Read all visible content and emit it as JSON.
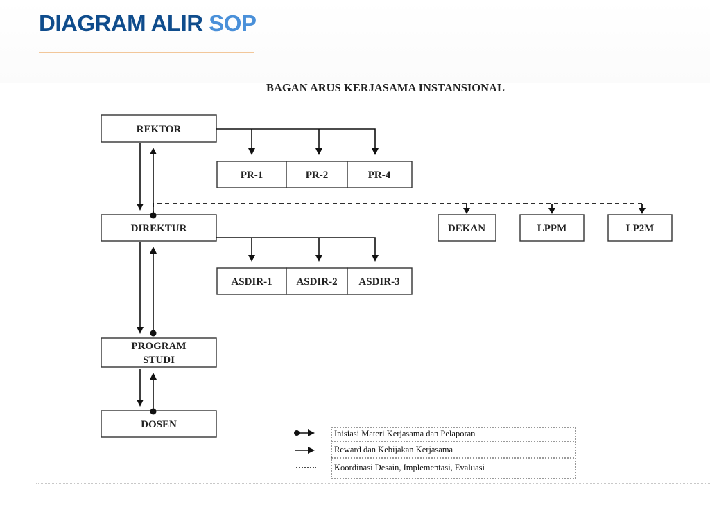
{
  "header": {
    "title_main": "DIAGRAM ALIR",
    "title_accent": "SOP"
  },
  "diagram": {
    "heading": "BAGAN ARUS KERJASAMA INSTANSIONAL",
    "nodes": {
      "rektor": "REKTOR",
      "pr1": "PR-1",
      "pr2": "PR-2",
      "pr4": "PR-4",
      "direktur": "DIREKTUR",
      "dekan": "DEKAN",
      "lppm": "LPPM",
      "lp2m": "LP2M",
      "asdir1": "ASDIR-1",
      "asdir2": "ASDIR-2",
      "asdir3": "ASDIR-3",
      "program_studi_line1": "PROGRAM",
      "program_studi_line2": "STUDI",
      "dosen": "DOSEN"
    },
    "legend": {
      "initiation": "Inisiasi Materi Kerjasama dan Pelaporan",
      "reward": "Reward dan Kebijakan Kerjasama",
      "coordination": "Koordinasi Desain, Implementasi, Evaluasi"
    }
  }
}
